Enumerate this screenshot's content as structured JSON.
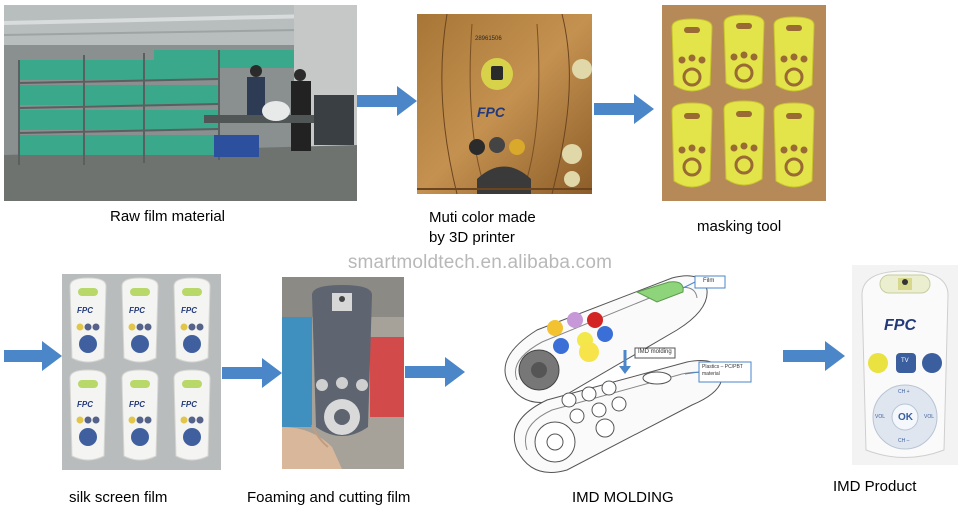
{
  "labels": {
    "raw_film": "Raw film material",
    "muti_color_line1": "Muti color  made",
    "muti_color_line2": "by 3D printer",
    "masking_tool": "masking tool",
    "silk_screen": "silk screen film",
    "foaming_cutting": "Foaming and cutting film",
    "imd_molding": "IMD MOLDING",
    "imd_product": "IMD Product"
  },
  "watermark": "smartmoldtech.en.alibaba.com",
  "printed_film": {
    "id_text": "28961506",
    "logo": "FPC"
  },
  "silk_logo": "FPC",
  "diagram": {
    "callout_film": "Film",
    "callout_molding": "IMD molding",
    "callout_plastics_line1": "Plastics – PC/PBT",
    "callout_plastics_line2": "material"
  },
  "product": {
    "logo": "FPC",
    "tv_label": "TV",
    "ch_up": "CH +",
    "ch_down": "CH –",
    "vol_left": "VOL",
    "vol_right": "VOL",
    "ok": "OK"
  },
  "colors": {
    "arrow": "#4a86c8",
    "masking_yellow": "#e3e34a",
    "silk_green": "#b9d86a",
    "silk_blue": "#3f5f9e",
    "foam_grey": "#5e6570"
  },
  "icons": [
    "right-arrow-icon",
    "person-icon",
    "lock-icon",
    "bulb-icon",
    "phone-icon"
  ]
}
